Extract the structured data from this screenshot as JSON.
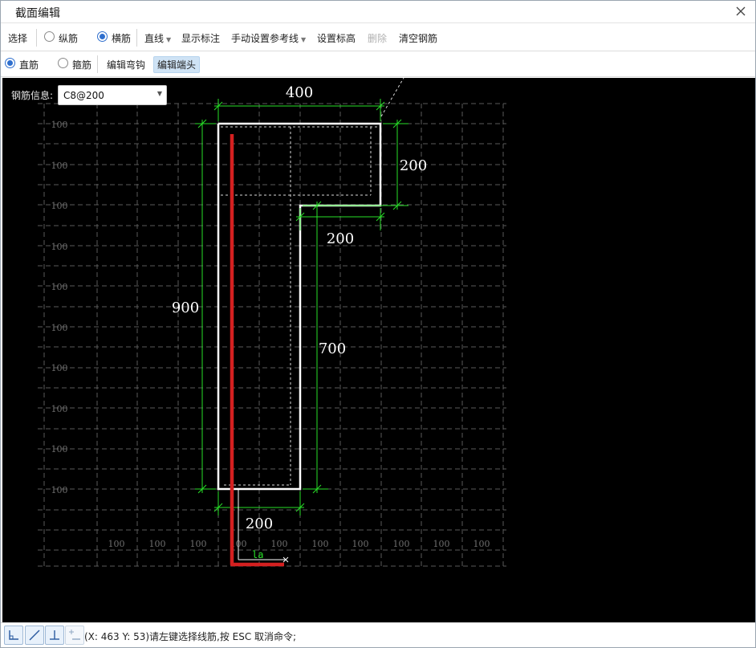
{
  "window": {
    "title": "截面编辑"
  },
  "toolbar1": {
    "select": "选择",
    "longitudinal": "纵筋",
    "transverse": "横筋",
    "line": "直线",
    "show_dims": "显示标注",
    "manual_ref": "手动设置参考线",
    "set_elevation": "设置标高",
    "delete": "删除",
    "clear_rebar": "清空钢筋"
  },
  "toolbar2": {
    "straight_bar": "直筋",
    "stirrup": "箍筋",
    "edit_hook": "编辑弯钩",
    "edit_end": "编辑端头"
  },
  "canvas": {
    "rebar_info_label": "钢筋信息:",
    "rebar_info_value": "C8@200",
    "grid_label": "100",
    "dims": {
      "top": "400",
      "right_top": "200",
      "step": "200",
      "left": "900",
      "right": "700",
      "bottom": "200"
    },
    "anchor_label": "la"
  },
  "status": {
    "text": "(X: 463 Y: 53)请左键选择线筋,按 ESC 取消命令;"
  },
  "colors": {
    "rebar": "#d42020",
    "dimension": "#28e028",
    "outline": "#ffffff",
    "grid": "#5a5a5a"
  }
}
